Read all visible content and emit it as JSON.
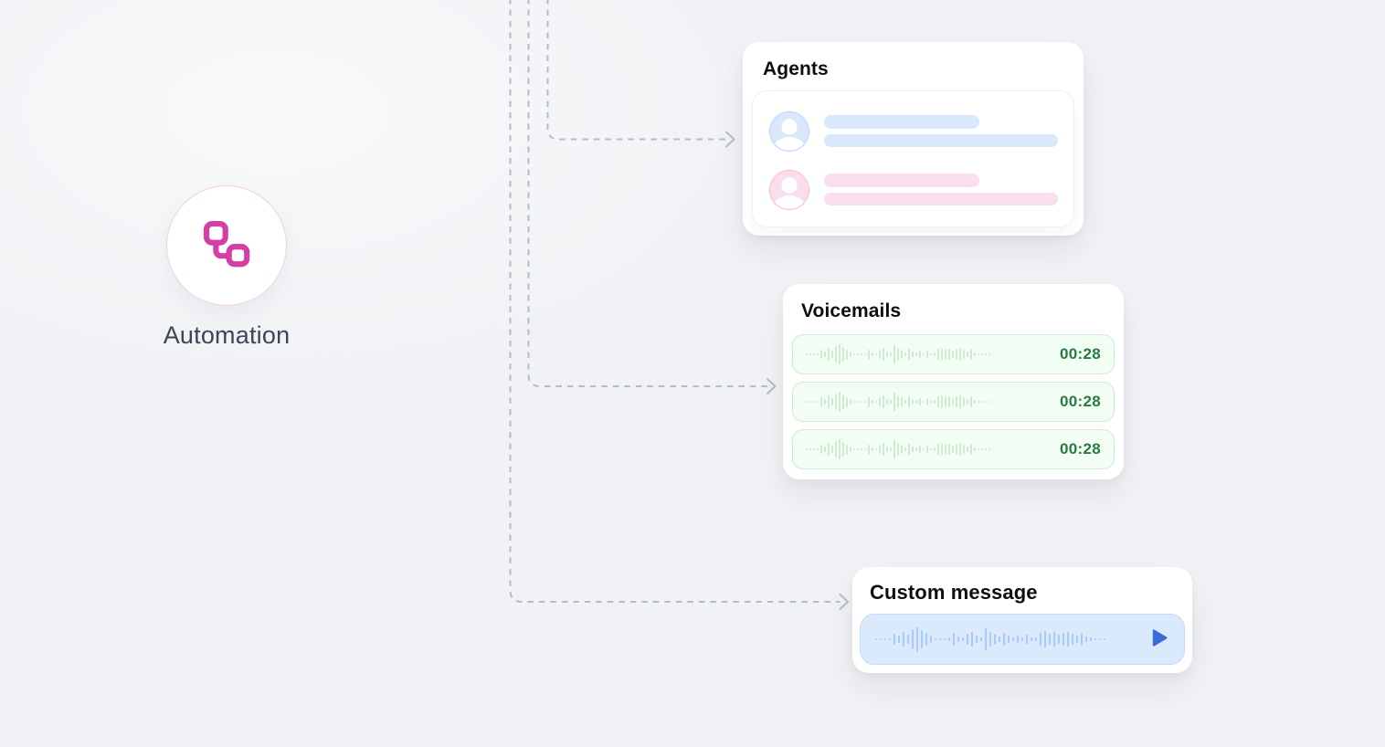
{
  "automation": {
    "label": "Automation",
    "icon": "workflow-icon"
  },
  "agents": {
    "title": "Agents",
    "rows": [
      {
        "avatar": "user-avatar-icon",
        "theme": "blue"
      },
      {
        "avatar": "user-avatar-icon",
        "theme": "pink"
      }
    ]
  },
  "voicemails": {
    "title": "Voicemails",
    "items": [
      {
        "duration": "00:28"
      },
      {
        "duration": "00:28"
      },
      {
        "duration": "00:28"
      }
    ]
  },
  "custom_message": {
    "title": "Custom message",
    "play_icon": "play-icon"
  },
  "connectors": {
    "style": "dashed-arrow",
    "targets": [
      "Agents",
      "Voicemails",
      "Custom message"
    ]
  },
  "colors": {
    "background": "#f0f2f5",
    "connector": "#b6bcc6",
    "automation_pink": "#d33fa5",
    "automation_ring": "#f6cde6",
    "agent_blue": "#d9e8fb",
    "agent_blue_border": "#c7dcf8",
    "agent_pink": "#fadeed",
    "agent_pink_border": "#f3cce0",
    "voicemail_bg": "#f2fdf4",
    "voicemail_border": "#cdebd4",
    "voicemail_wave": "#cfe9d4",
    "voicemail_text": "#2a7a42",
    "custom_bg": "#dbe9fc",
    "custom_border": "#c5d9f8",
    "custom_wave": "#a9c9fb",
    "custom_play": "#3b6bd6",
    "title_text": "#0c0e12",
    "label_text": "#3d4656"
  }
}
